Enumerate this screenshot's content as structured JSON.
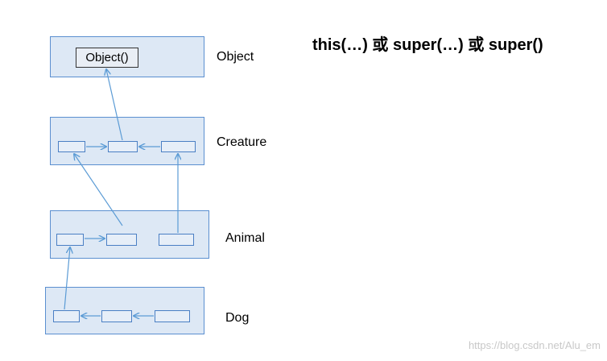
{
  "headline": "this(…) 或 super(…) 或 super()",
  "layers": {
    "object": {
      "label": "Object",
      "method": "Object()"
    },
    "creature": {
      "label": "Creature"
    },
    "animal": {
      "label": "Animal"
    },
    "dog": {
      "label": "Dog"
    }
  },
  "watermark": "https://blog.csdn.net/Alu_em",
  "colors": {
    "layer_fill": "#dde8f5",
    "layer_border": "#5b8fd0",
    "arrow": "#5b9bd5"
  }
}
